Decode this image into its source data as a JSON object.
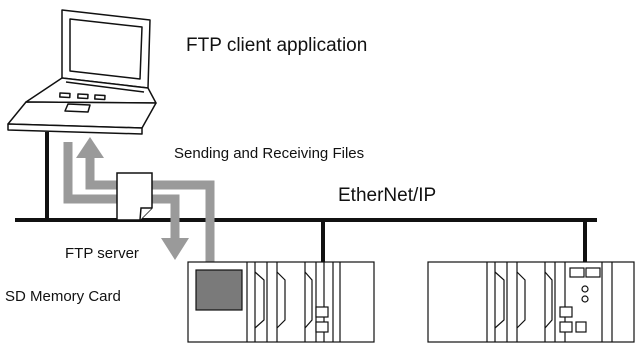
{
  "diagram": {
    "labels": {
      "ftp_client": "FTP client application",
      "sending_receiving": "Sending and Receiving Files",
      "network": "EtherNet/IP",
      "ftp_server": "FTP server",
      "sd_card": "SD Memory Card"
    },
    "colors": {
      "line": "#111111",
      "arrow": "#9a9a9a",
      "sd_card_fill": "#7a7a7a",
      "device_fill": "#ffffff"
    },
    "icons": [
      "laptop-icon",
      "document-icon",
      "plc-controller-icon"
    ]
  }
}
